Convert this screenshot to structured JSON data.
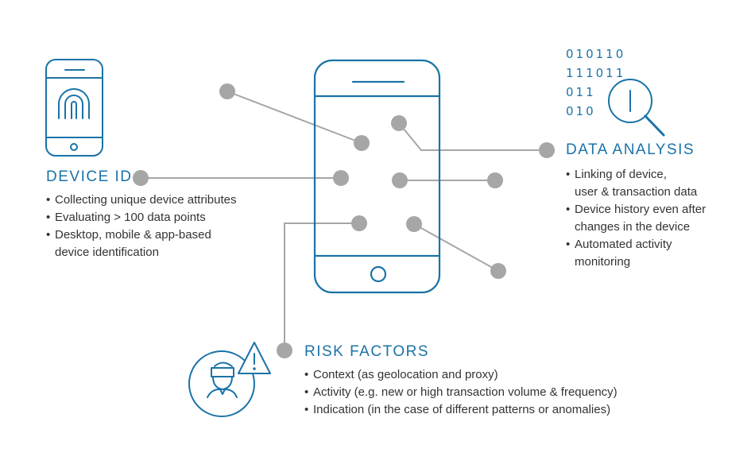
{
  "colors": {
    "accent": "#1a73a8",
    "node": "#a6a6a6",
    "connector": "#a6a6a6",
    "text": "#333333"
  },
  "device_id": {
    "title": "DEVICE ID",
    "icon": "fingerprint-phone-icon",
    "bullets": [
      "Collecting unique device attributes",
      "Evaluating > 100 data points",
      "Desktop, mobile & app-based\ndevice identification"
    ]
  },
  "data_analysis": {
    "title": "DATA ANALYSIS",
    "icon": "binary-magnifier-icon",
    "binary_rows": [
      "010110",
      "111011",
      "011",
      "010"
    ],
    "bullets": [
      "Linking of device,\nuser & transaction data",
      "Device history even after\nchanges in the device",
      "Automated activity\nmonitoring"
    ]
  },
  "risk_factors": {
    "title": "RISK FACTORS",
    "icon": "fraudster-warning-icon",
    "bullets": [
      "Context (as geolocation and proxy)",
      "Activity (e.g. new or high transaction volume & frequency)",
      "Indication (in the case of different patterns or anomalies)"
    ]
  },
  "center": {
    "icon": "smartphone-icon"
  }
}
